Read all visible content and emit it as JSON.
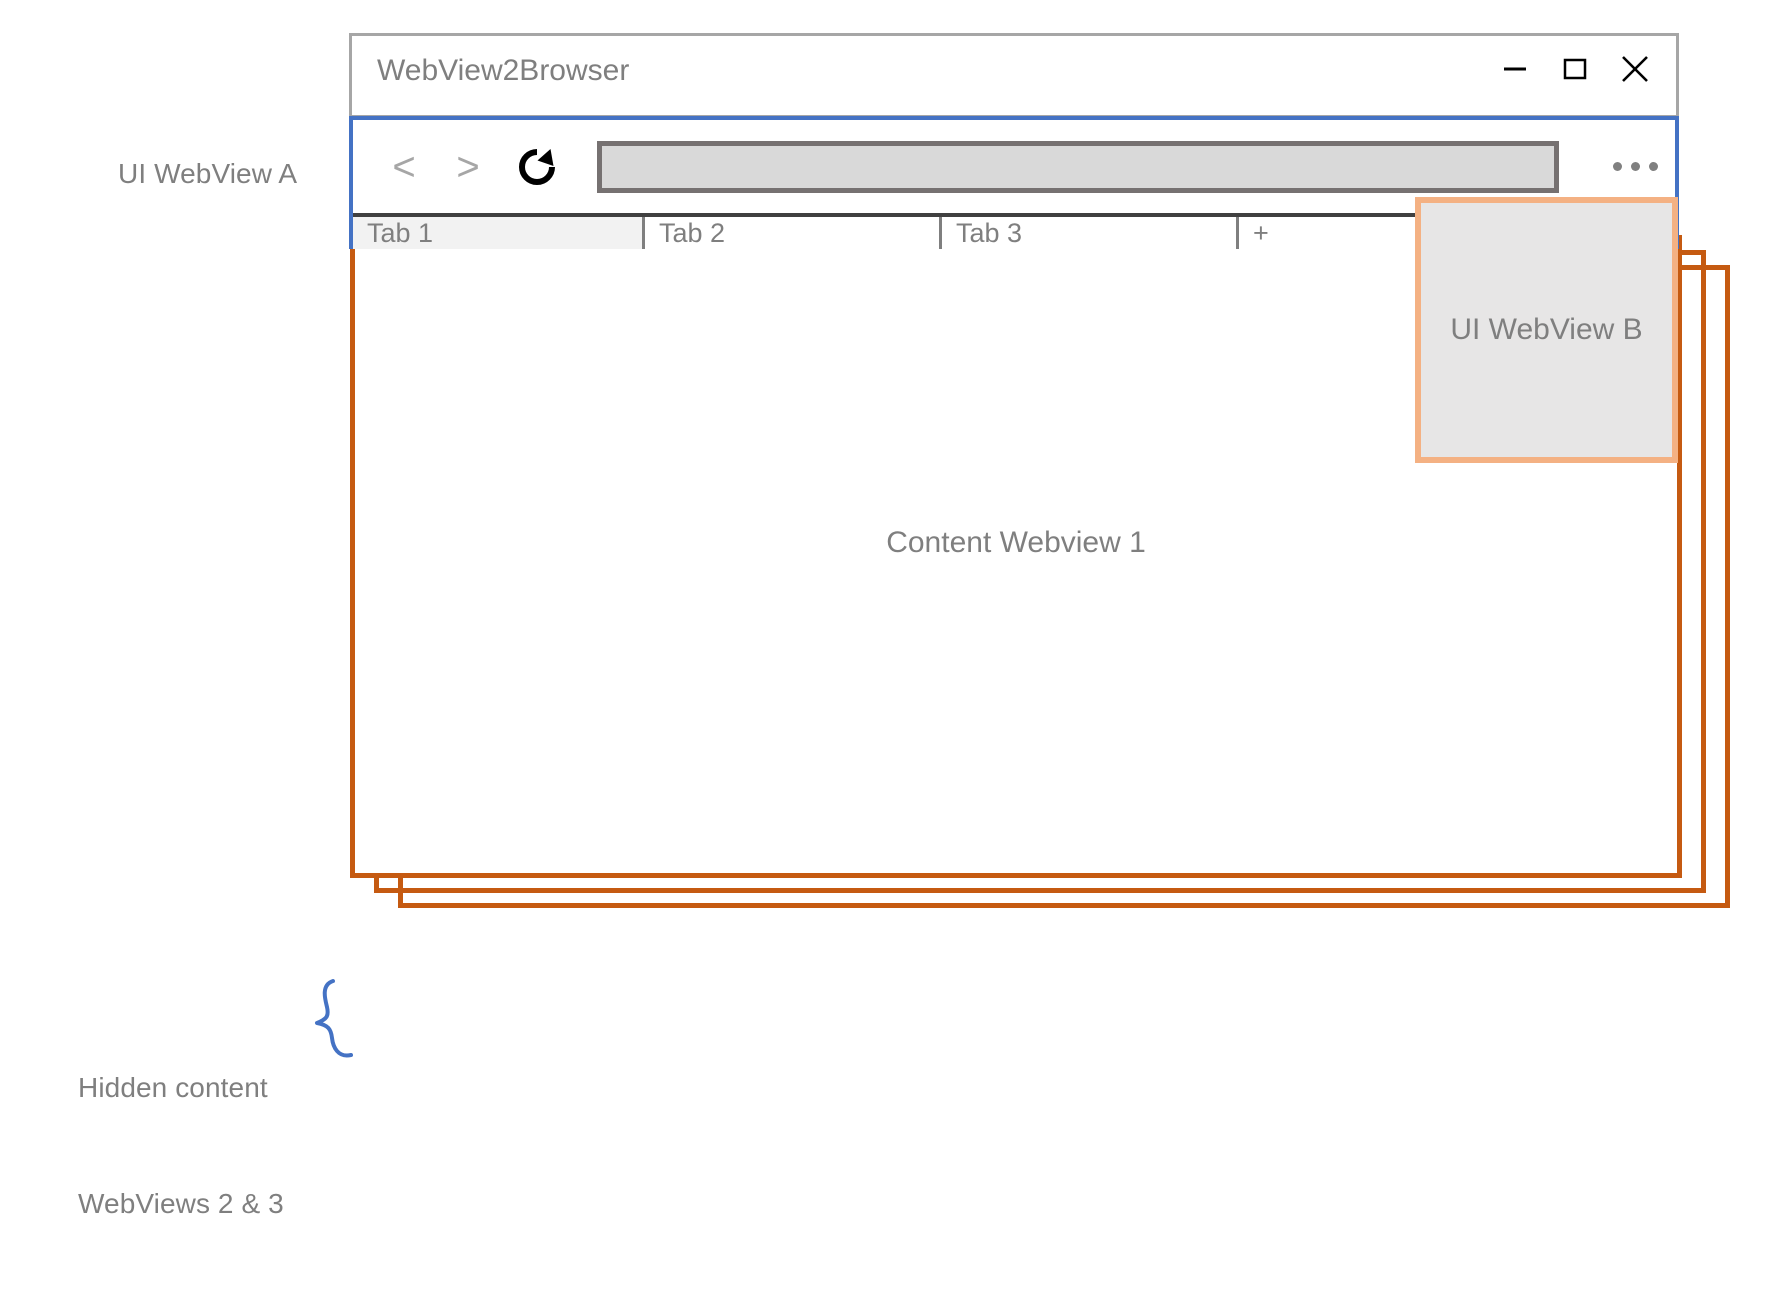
{
  "diagram": {
    "annotations": {
      "ui_webview_a": "UI WebView A",
      "hidden_content_line1": "Hidden content",
      "hidden_content_line2": "WebViews 2 & 3"
    },
    "colors": {
      "ui_webview_a_outline": "#4472c4",
      "content_webview_outline": "#c55a11",
      "ui_webview_b_outline": "#f4b183",
      "ui_webview_b_fill": "#e7e6e6",
      "window_frame": "#a6a6a6",
      "address_bar_fill": "#d9d9d9",
      "address_bar_border": "#767171",
      "active_tab_fill": "#f2f2f2",
      "text_gray": "#7f7f7f",
      "tabstrip_top_rule": "#404040",
      "brace_blue": "#4472c4"
    }
  },
  "window": {
    "title": "WebView2Browser",
    "controls": [
      {
        "name": "minimize-button",
        "icon": "minimize-icon"
      },
      {
        "name": "maximize-button",
        "icon": "maximize-icon"
      },
      {
        "name": "close-button",
        "icon": "close-icon"
      }
    ]
  },
  "toolbar": {
    "back_label": "<",
    "forward_label": ">",
    "reload_icon": "reload-icon",
    "address_bar_value": "",
    "address_bar_placeholder": "",
    "menu_icon": "ellipsis-icon"
  },
  "tabs": {
    "items": [
      {
        "label": "Tab 1",
        "active": true
      },
      {
        "label": "Tab 2",
        "active": false
      },
      {
        "label": "Tab 3",
        "active": false
      }
    ],
    "new_tab_label": "+"
  },
  "content": {
    "webview_1_label": "Content Webview 1"
  },
  "callout": {
    "ui_webview_b_label": "UI WebView B"
  }
}
